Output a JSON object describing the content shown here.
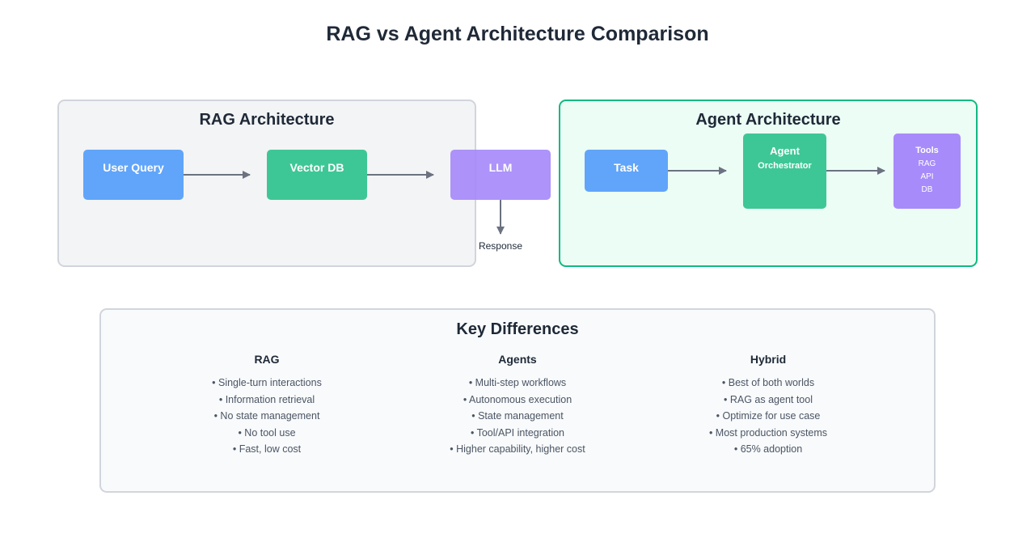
{
  "title": "RAG vs Agent Architecture Comparison",
  "rag": {
    "title": "RAG Architecture",
    "nodes": {
      "user_query": "User Query",
      "vector_db": "Vector DB",
      "llm": "LLM"
    },
    "response_label": "Response"
  },
  "agent": {
    "title": "Agent Architecture",
    "nodes": {
      "task": "Task",
      "agent": "Agent",
      "orchestrator": "Orchestrator",
      "tools": "Tools",
      "tool_items": [
        "RAG",
        "API",
        "DB"
      ]
    }
  },
  "differences": {
    "title": "Key Differences",
    "columns": [
      {
        "heading": "RAG",
        "items": [
          "• Single-turn interactions",
          "• Information retrieval",
          "• No state management",
          "• No tool use",
          "• Fast, low cost"
        ]
      },
      {
        "heading": "Agents",
        "items": [
          "• Multi-step workflows",
          "• Autonomous execution",
          "• State management",
          "• Tool/API integration",
          "• Higher capability, higher cost"
        ]
      },
      {
        "heading": "Hybrid",
        "items": [
          "• Best of both worlds",
          "• RAG as agent tool",
          "• Optimize for use case",
          "• Most production systems",
          "• 65% adoption"
        ]
      }
    ]
  },
  "colors": {
    "blue": "#60a5fa",
    "green": "#3ec796",
    "purple": "#a78bfa",
    "agent_border": "#10b981",
    "arrow": "#6b7280"
  }
}
